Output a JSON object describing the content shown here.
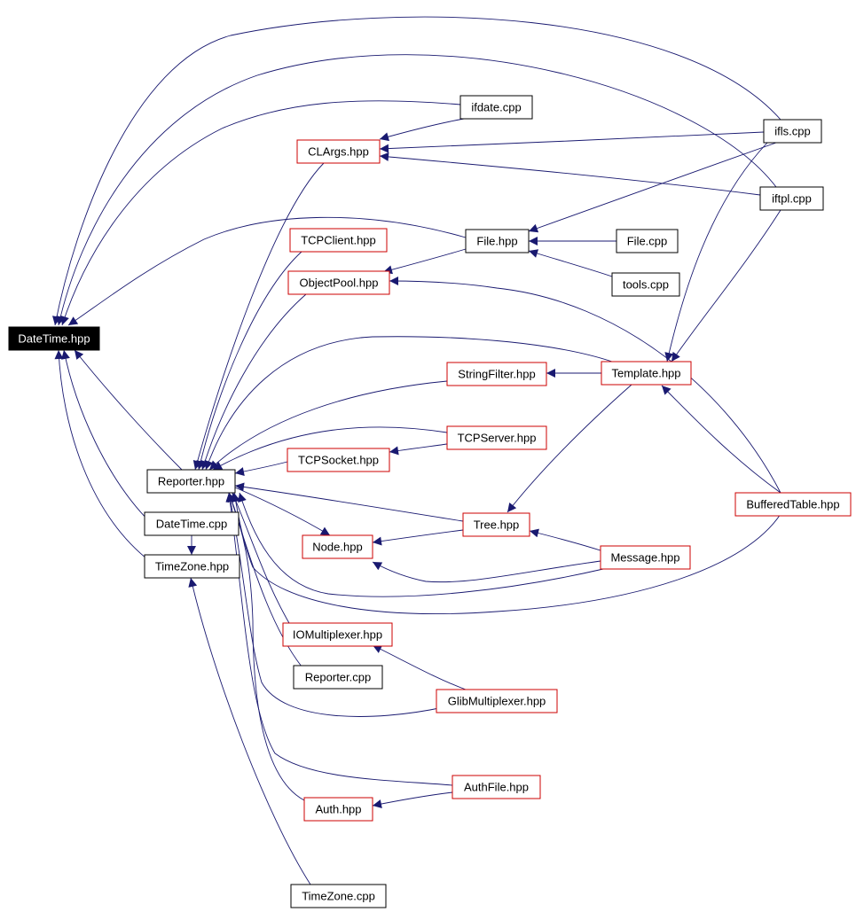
{
  "colors": {
    "edge": "#191970",
    "border_black": "#000000",
    "border_red": "#cc0000",
    "root_fill": "#000000",
    "root_text": "#ffffff"
  },
  "nodes": [
    {
      "id": "datetime_hpp",
      "label": "DateTime.hpp",
      "border": "black",
      "root": true
    },
    {
      "id": "ifdate_cpp",
      "label": "ifdate.cpp",
      "border": "black"
    },
    {
      "id": "clargs_hpp",
      "label": "CLArgs.hpp",
      "border": "red"
    },
    {
      "id": "ifls_cpp",
      "label": "ifls.cpp",
      "border": "black"
    },
    {
      "id": "iftpl_cpp",
      "label": "iftpl.cpp",
      "border": "black"
    },
    {
      "id": "tcpclient_hpp",
      "label": "TCPClient.hpp",
      "border": "red"
    },
    {
      "id": "file_hpp",
      "label": "File.hpp",
      "border": "black"
    },
    {
      "id": "file_cpp",
      "label": "File.cpp",
      "border": "black"
    },
    {
      "id": "objectpool_hpp",
      "label": "ObjectPool.hpp",
      "border": "red"
    },
    {
      "id": "tools_cpp",
      "label": "tools.cpp",
      "border": "black"
    },
    {
      "id": "stringfilter_hpp",
      "label": "StringFilter.hpp",
      "border": "red"
    },
    {
      "id": "template_hpp",
      "label": "Template.hpp",
      "border": "red"
    },
    {
      "id": "tcpserver_hpp",
      "label": "TCPServer.hpp",
      "border": "red"
    },
    {
      "id": "tcpsocket_hpp",
      "label": "TCPSocket.hpp",
      "border": "red"
    },
    {
      "id": "reporter_hpp",
      "label": "Reporter.hpp",
      "border": "black"
    },
    {
      "id": "bufferedtable_hpp",
      "label": "BufferedTable.hpp",
      "border": "red"
    },
    {
      "id": "datetime_cpp",
      "label": "DateTime.cpp",
      "border": "black"
    },
    {
      "id": "tree_hpp",
      "label": "Tree.hpp",
      "border": "red"
    },
    {
      "id": "node_hpp",
      "label": "Node.hpp",
      "border": "red"
    },
    {
      "id": "message_hpp",
      "label": "Message.hpp",
      "border": "red"
    },
    {
      "id": "timezone_hpp",
      "label": "TimeZone.hpp",
      "border": "black"
    },
    {
      "id": "iomultiplexer_hpp",
      "label": "IOMultiplexer.hpp",
      "border": "red"
    },
    {
      "id": "reporter_cpp",
      "label": "Reporter.cpp",
      "border": "black"
    },
    {
      "id": "glibmultiplexer_hpp",
      "label": "GlibMultiplexer.hpp",
      "border": "red"
    },
    {
      "id": "authfile_hpp",
      "label": "AuthFile.hpp",
      "border": "red"
    },
    {
      "id": "auth_hpp",
      "label": "Auth.hpp",
      "border": "red"
    },
    {
      "id": "timezone_cpp",
      "label": "TimeZone.cpp",
      "border": "black"
    }
  ],
  "edges": [
    [
      "ifls_cpp",
      "datetime_hpp"
    ],
    [
      "iftpl_cpp",
      "datetime_hpp"
    ],
    [
      "ifdate_cpp",
      "datetime_hpp"
    ],
    [
      "file_hpp",
      "datetime_hpp"
    ],
    [
      "reporter_hpp",
      "datetime_hpp"
    ],
    [
      "datetime_cpp",
      "datetime_hpp"
    ],
    [
      "timezone_hpp",
      "datetime_hpp"
    ],
    [
      "ifdate_cpp",
      "clargs_hpp"
    ],
    [
      "ifls_cpp",
      "clargs_hpp"
    ],
    [
      "iftpl_cpp",
      "clargs_hpp"
    ],
    [
      "ifls_cpp",
      "file_hpp"
    ],
    [
      "file_cpp",
      "file_hpp"
    ],
    [
      "tools_cpp",
      "file_hpp"
    ],
    [
      "file_hpp",
      "objectpool_hpp"
    ],
    [
      "bufferedtable_hpp",
      "objectpool_hpp"
    ],
    [
      "ifls_cpp",
      "template_hpp"
    ],
    [
      "iftpl_cpp",
      "template_hpp"
    ],
    [
      "bufferedtable_hpp",
      "template_hpp"
    ],
    [
      "template_hpp",
      "stringfilter_hpp"
    ],
    [
      "template_hpp",
      "tree_hpp"
    ],
    [
      "tcpserver_hpp",
      "tcpsocket_hpp"
    ],
    [
      "tree_hpp",
      "node_hpp"
    ],
    [
      "message_hpp",
      "node_hpp"
    ],
    [
      "reporter_hpp",
      "node_hpp"
    ],
    [
      "message_hpp",
      "tree_hpp"
    ],
    [
      "glibmultiplexer_hpp",
      "iomultiplexer_hpp"
    ],
    [
      "authfile_hpp",
      "auth_hpp"
    ],
    [
      "timezone_cpp",
      "timezone_hpp"
    ],
    [
      "datetime_cpp",
      "timezone_hpp"
    ],
    [
      "clargs_hpp",
      "reporter_hpp"
    ],
    [
      "tcpclient_hpp",
      "reporter_hpp"
    ],
    [
      "objectpool_hpp",
      "reporter_hpp"
    ],
    [
      "template_hpp",
      "reporter_hpp"
    ],
    [
      "stringfilter_hpp",
      "reporter_hpp"
    ],
    [
      "tcpserver_hpp",
      "reporter_hpp"
    ],
    [
      "tcpsocket_hpp",
      "reporter_hpp"
    ],
    [
      "tree_hpp",
      "reporter_hpp"
    ],
    [
      "message_hpp",
      "reporter_hpp"
    ],
    [
      "bufferedtable_hpp",
      "reporter_hpp"
    ],
    [
      "iomultiplexer_hpp",
      "reporter_hpp"
    ],
    [
      "reporter_cpp",
      "reporter_hpp"
    ],
    [
      "glibmultiplexer_hpp",
      "reporter_hpp"
    ],
    [
      "authfile_hpp",
      "reporter_hpp"
    ],
    [
      "auth_hpp",
      "reporter_hpp"
    ]
  ]
}
